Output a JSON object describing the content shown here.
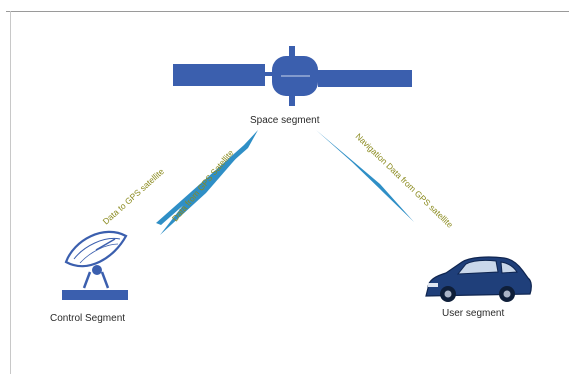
{
  "nodes": {
    "space": {
      "label": "Space segment",
      "icon": "satellite-icon"
    },
    "control": {
      "label": "Control Segment",
      "icon": "satellite-dish-icon"
    },
    "user": {
      "label": "User segment",
      "icon": "car-icon"
    }
  },
  "links": {
    "uplink": {
      "label": "Data to GPS satellite"
    },
    "downlink_control": {
      "label": "Data from GPS Satellite"
    },
    "downlink_user": {
      "label": "Navigation Data from GPS satellite"
    }
  },
  "colors": {
    "satellite": "#3b5fae",
    "beam": "#2f8fc6",
    "link_text": "#8a8a1e",
    "segment_text": "#2a2a2a"
  }
}
